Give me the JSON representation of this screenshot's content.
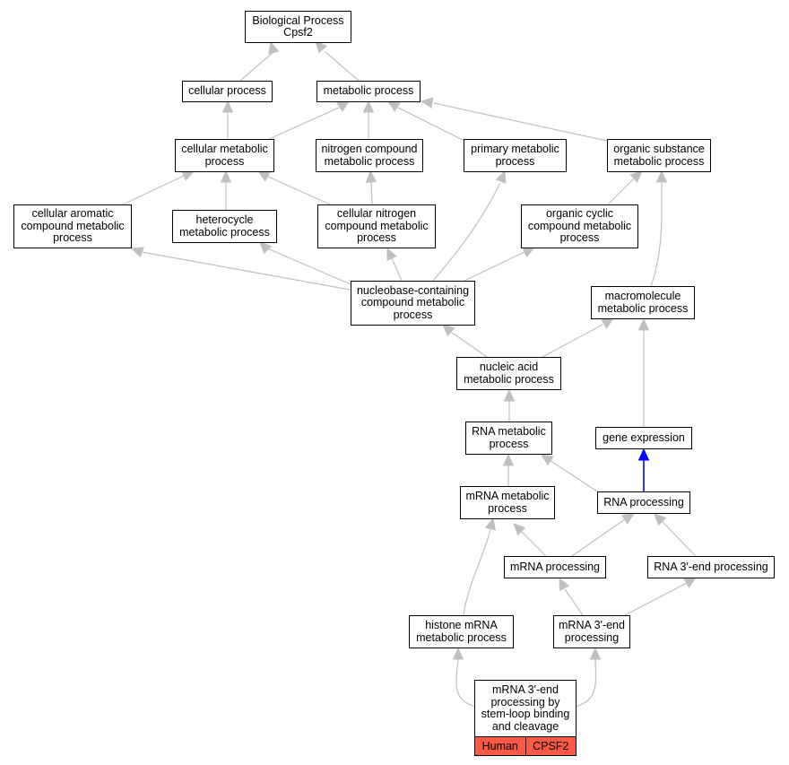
{
  "colors": {
    "edge": "#c0c0c0",
    "highlight_edge": "#0000ff",
    "annotation_fill": "#fa5a45"
  },
  "nodes": {
    "bp": [
      "Biological Process",
      "Cpsf2"
    ],
    "cellular_process": [
      "cellular process"
    ],
    "metabolic_process": [
      "metabolic process"
    ],
    "cellular_metabolic": [
      "cellular metabolic",
      "process"
    ],
    "nitrogen_compound": [
      "nitrogen compound",
      "metabolic process"
    ],
    "primary_metabolic": [
      "primary metabolic",
      "process"
    ],
    "organic_substance": [
      "organic substance",
      "metabolic process"
    ],
    "cellular_aromatic": [
      "cellular aromatic",
      "compound metabolic",
      "process"
    ],
    "heterocycle": [
      "heterocycle",
      "metabolic process"
    ],
    "cellular_nitrogen": [
      "cellular nitrogen",
      "compound metabolic",
      "process"
    ],
    "organic_cyclic": [
      "organic cyclic",
      "compound metabolic",
      "process"
    ],
    "nucleobase": [
      "nucleobase-containing",
      "compound metabolic",
      "process"
    ],
    "macromolecule": [
      "macromolecule",
      "metabolic process"
    ],
    "nucleic_acid": [
      "nucleic acid",
      "metabolic process"
    ],
    "rna_metabolic": [
      "RNA metabolic",
      "process"
    ],
    "gene_expression": [
      "gene expression"
    ],
    "mrna_metabolic": [
      "mRNA metabolic",
      "process"
    ],
    "rna_processing": [
      "RNA processing"
    ],
    "mrna_processing": [
      "mRNA processing"
    ],
    "rna_3end": [
      "RNA 3'-end processing"
    ],
    "histone_mrna": [
      "histone mRNA",
      "metabolic process"
    ],
    "mrna_3end": [
      "mRNA 3'-end",
      "processing"
    ]
  },
  "leaf": {
    "lines": [
      "mRNA 3'-end",
      "processing by",
      "stem-loop binding",
      "and cleavage"
    ],
    "species": "Human",
    "gene": "CPSF2"
  }
}
